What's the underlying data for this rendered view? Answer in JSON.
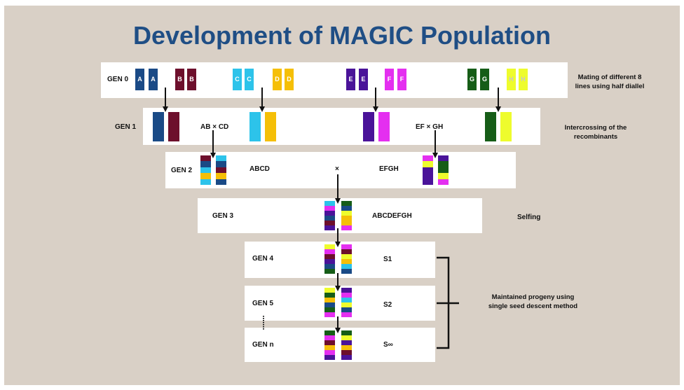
{
  "title": "Development of MAGIC Population",
  "colors": {
    "A": "#1a4a86",
    "B": "#6d0f2c",
    "C": "#2dc3ea",
    "D": "#f5bf07",
    "E": "#4a1399",
    "F": "#e42ff0",
    "G": "#165d17",
    "H": "#eefc2d",
    "background": "#d9d0c6",
    "title": "#1f4e85"
  },
  "gen0": {
    "label": "GEN 0",
    "parents": [
      "A",
      "A",
      "B",
      "B",
      "C",
      "C",
      "D",
      "D",
      "E",
      "E",
      "F",
      "F",
      "G",
      "G",
      "H",
      "H"
    ],
    "note": [
      "Mating of different 8",
      "lines using half  diallel"
    ]
  },
  "gen1": {
    "label": "GEN 1",
    "cross_left": "AB × CD",
    "cross_right": "EF × GH",
    "note": [
      "Intercrossing of the",
      "recombinants"
    ]
  },
  "gen2": {
    "label": "GEN 2",
    "left_name": "ABCD",
    "cross": "×",
    "right_name": "EFGH"
  },
  "gen3": {
    "label": "GEN 3",
    "name": "ABCDEFGH",
    "note": "Selfing"
  },
  "gen4": {
    "label": "GEN 4",
    "name": "S1"
  },
  "gen5": {
    "label": "GEN 5",
    "name": "S2"
  },
  "genn": {
    "label": "GEN n",
    "name": "S∞"
  },
  "bracket_note": [
    "Maintained progeny using",
    "single seed descent method"
  ]
}
